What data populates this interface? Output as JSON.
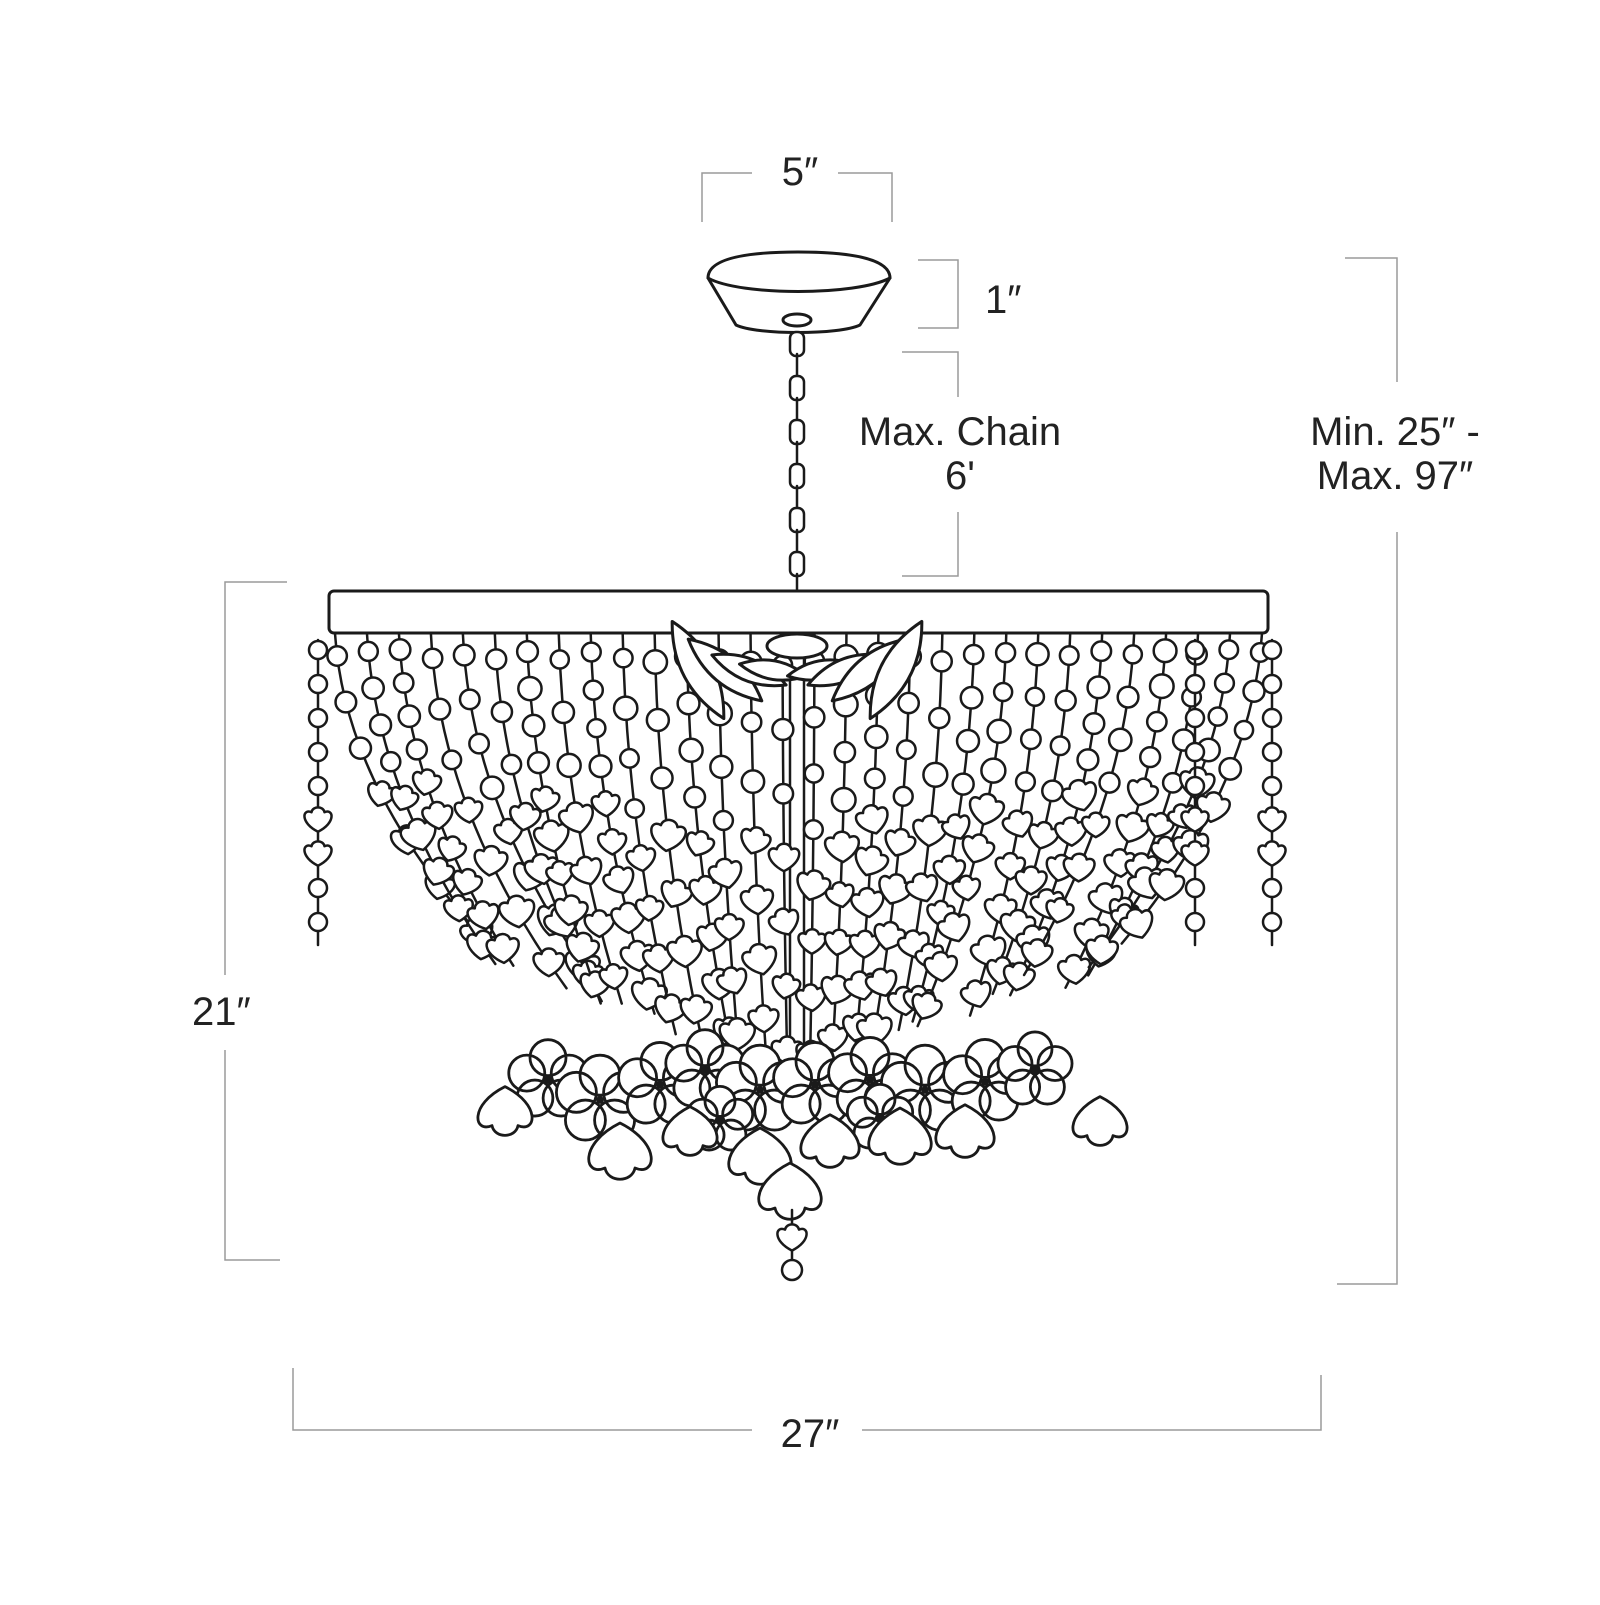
{
  "dimensions": {
    "canopy_width": "5″",
    "canopy_height": "1″",
    "max_chain_line1": "Max. Chain",
    "max_chain_line2": "6'",
    "overall_height_line1": "Min. 25″ -",
    "overall_height_line2": "Max. 97″",
    "fixture_height": "21″",
    "fixture_width": "27″"
  },
  "colors": {
    "line": "#1a1a1a",
    "dimension_line": "#9a9a9a",
    "text": "#222222",
    "background": "#ffffff"
  },
  "icons": {
    "fixture": "crystal-flower-chandelier-line-drawing"
  }
}
